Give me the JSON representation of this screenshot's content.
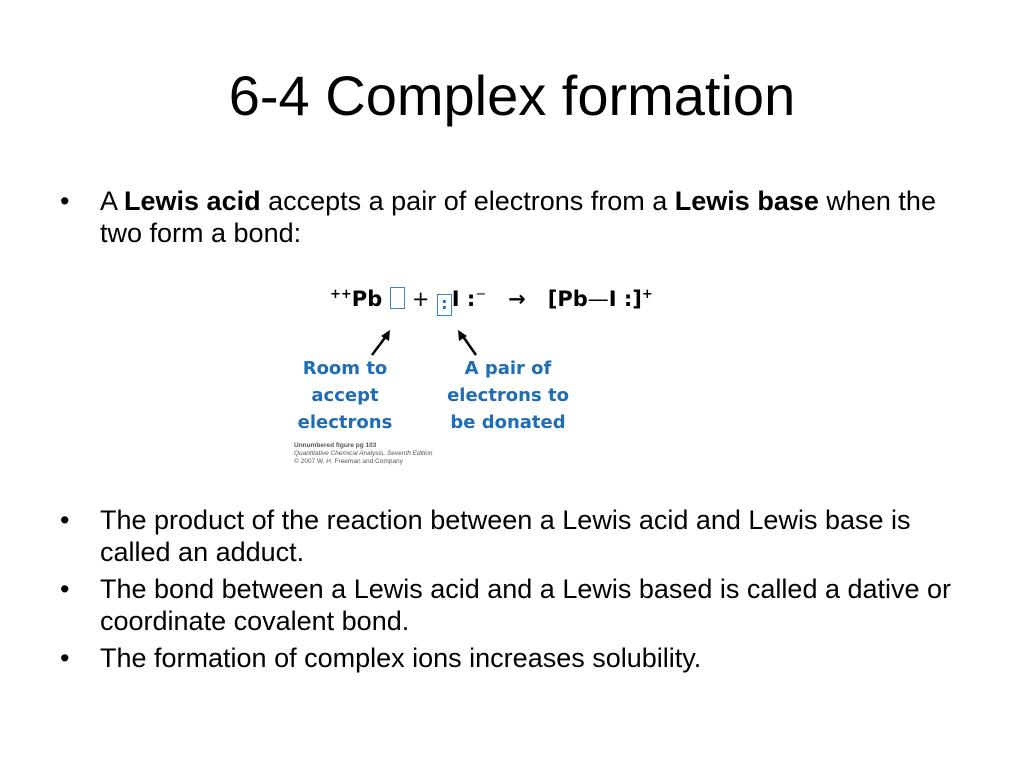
{
  "slide": {
    "title": "6-4 Complex formation",
    "bullet1": {
      "a": "A ",
      "lewis_acid": "Lewis acid",
      "b": " accepts a pair of electrons from a ",
      "lewis_base": "Lewis base",
      "c": " when the two form a bond:"
    },
    "figure": {
      "equation": {
        "charge_left": "++",
        "pb": "Pb",
        "plus": "+",
        "iodine": "I",
        "minus": "−",
        "arrow": "→",
        "product_open": "[Pb",
        "bond": "—",
        "product_close": "]",
        "charge_right": "+"
      },
      "caption_left": [
        "Room to",
        "accept",
        "electrons"
      ],
      "caption_right": [
        "A pair of",
        "electrons to",
        "be donated"
      ],
      "credit": [
        "Unnumbered figure pg 103",
        "Quantitative Chemical Analysis, Seventh Edition",
        "© 2007 W. H. Freeman and Company"
      ],
      "caption_color": "#1f6db5"
    },
    "bullets": [
      "The product of the reaction between a Lewis acid and Lewis base is called an adduct.",
      "The bond between a Lewis acid and a Lewis based is called a dative or coordinate covalent bond.",
      "The formation of complex ions increases solubility."
    ]
  }
}
